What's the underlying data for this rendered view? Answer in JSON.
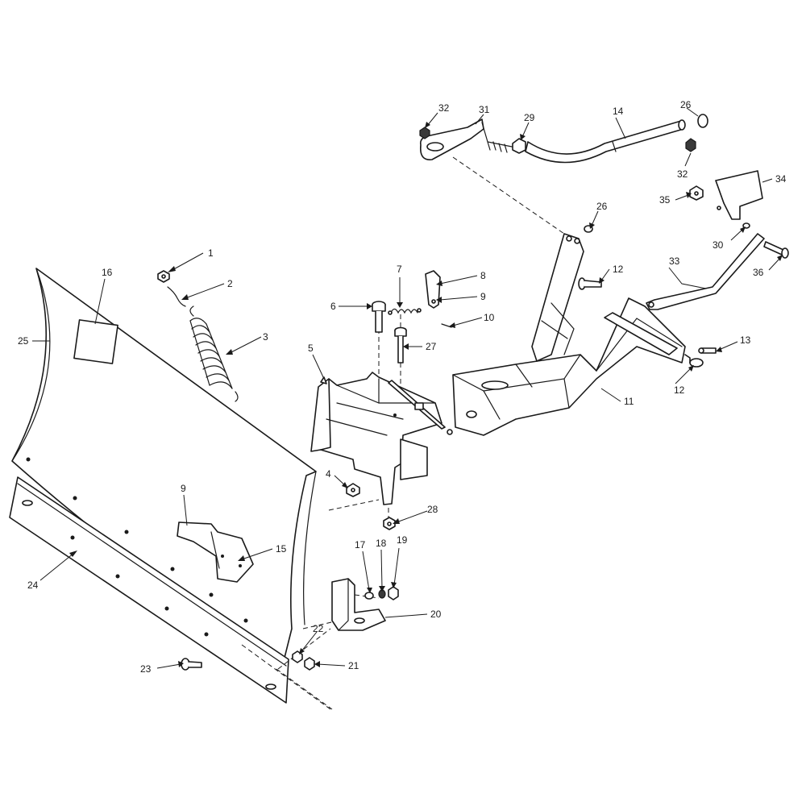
{
  "callouts": [
    {
      "id": "c1",
      "label": "1"
    },
    {
      "id": "c2",
      "label": "2"
    },
    {
      "id": "c3",
      "label": "3"
    },
    {
      "id": "c4",
      "label": "4"
    },
    {
      "id": "c5",
      "label": "5"
    },
    {
      "id": "c6",
      "label": "6"
    },
    {
      "id": "c7",
      "label": "7"
    },
    {
      "id": "c8",
      "label": "8"
    },
    {
      "id": "c9a",
      "label": "9"
    },
    {
      "id": "c9b",
      "label": "9"
    },
    {
      "id": "c10",
      "label": "10"
    },
    {
      "id": "c11",
      "label": "11"
    },
    {
      "id": "c12a",
      "label": "12"
    },
    {
      "id": "c12b",
      "label": "12"
    },
    {
      "id": "c13",
      "label": "13"
    },
    {
      "id": "c14",
      "label": "14"
    },
    {
      "id": "c15",
      "label": "15"
    },
    {
      "id": "c16",
      "label": "16"
    },
    {
      "id": "c17",
      "label": "17"
    },
    {
      "id": "c18",
      "label": "18"
    },
    {
      "id": "c19",
      "label": "19"
    },
    {
      "id": "c20",
      "label": "20"
    },
    {
      "id": "c21",
      "label": "21"
    },
    {
      "id": "c22",
      "label": "22"
    },
    {
      "id": "c23",
      "label": "23"
    },
    {
      "id": "c24",
      "label": "24"
    },
    {
      "id": "c25",
      "label": "25"
    },
    {
      "id": "c26a",
      "label": "26"
    },
    {
      "id": "c26b",
      "label": "26"
    },
    {
      "id": "c27",
      "label": "27"
    },
    {
      "id": "c28",
      "label": "28"
    },
    {
      "id": "c29",
      "label": "29"
    },
    {
      "id": "c30",
      "label": "30"
    },
    {
      "id": "c31",
      "label": "31"
    },
    {
      "id": "c32a",
      "label": "32"
    },
    {
      "id": "c32b",
      "label": "32"
    },
    {
      "id": "c33",
      "label": "33"
    },
    {
      "id": "c34",
      "label": "34"
    },
    {
      "id": "c35",
      "label": "35"
    },
    {
      "id": "c36",
      "label": "36"
    }
  ]
}
